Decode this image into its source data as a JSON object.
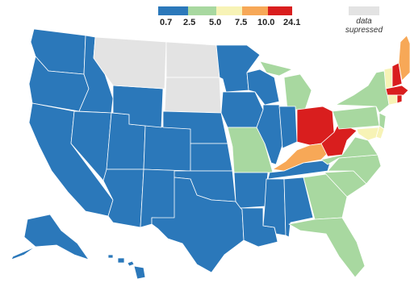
{
  "legend": {
    "labels": [
      "0.7",
      "2.5",
      "5.0",
      "7.5",
      "10.0",
      "24.1"
    ],
    "colors": [
      "#2b78ba",
      "#a8d8a0",
      "#f7f3b6",
      "#f7a857",
      "#d91e1e"
    ],
    "suppressed_line1": "data",
    "suppressed_line2": "supressed",
    "suppressed_color": "#e3e3e3"
  }
}
